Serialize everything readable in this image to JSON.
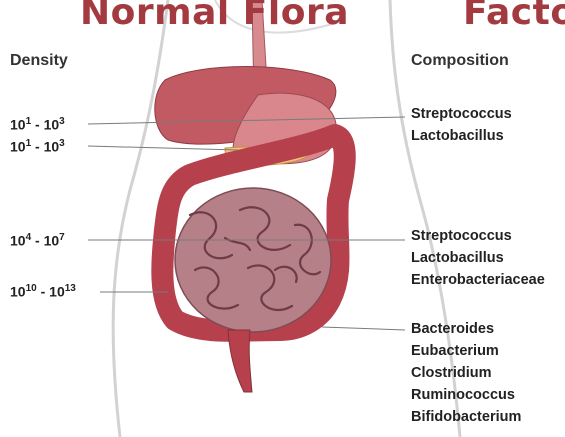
{
  "title": {
    "left": "Normal Flora",
    "right": "Facto"
  },
  "headers": {
    "density": "Density",
    "composition": "Composition"
  },
  "density": [
    {
      "base": "10",
      "exp1": "1",
      "sep": " - ",
      "base2": "10",
      "exp2": "3"
    },
    {
      "base": "10",
      "exp1": "1",
      "sep": " - ",
      "base2": "10",
      "exp2": "3"
    },
    {
      "base": "10",
      "exp1": "4",
      "sep": " - ",
      "base2": "10",
      "exp2": "7"
    },
    {
      "base": "10",
      "exp1": "10",
      "sep": " - ",
      "base2": "10",
      "exp2": "13"
    }
  ],
  "composition": {
    "group1": [
      "Streptococcus",
      "Lactobacillus"
    ],
    "group2": [
      "Streptococcus",
      "Lactobacillus",
      "Enterobacteriaceae"
    ],
    "group3": [
      "Bacteroides",
      "Eubacterium",
      "Clostridium",
      "Ruminococcus",
      "Bifidobacterium"
    ]
  },
  "colors": {
    "title": "#a33a3f",
    "organ": "#c9606a",
    "bowel": "#b58088",
    "body_outline": "#cfcfcf"
  }
}
